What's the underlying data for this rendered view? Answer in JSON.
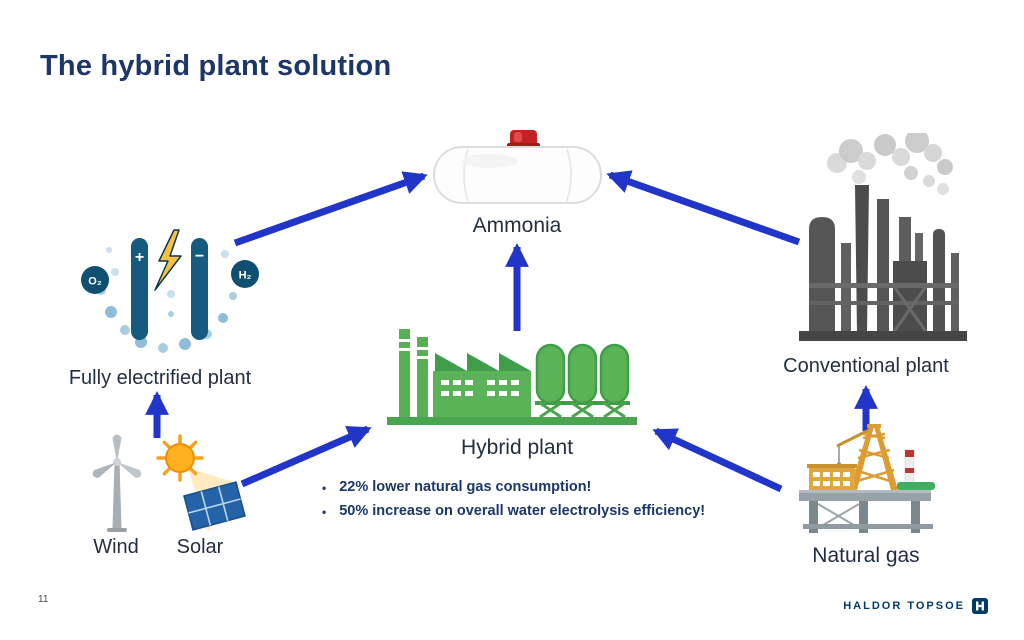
{
  "slide": {
    "title": "The hybrid plant solution",
    "page_number": "11",
    "logo_text": "HALDOR TOPSOE",
    "bullet_marker": "•"
  },
  "nodes": {
    "ammonia": {
      "label": "Ammonia"
    },
    "electrified": {
      "label": "Fully electrified plant",
      "o2_badge": "O₂",
      "h2_badge": "H₂",
      "plus": "+",
      "minus": "−"
    },
    "wind": {
      "label": "Wind"
    },
    "solar": {
      "label": "Solar"
    },
    "hybrid": {
      "label": "Hybrid plant"
    },
    "conventional": {
      "label": "Conventional plant"
    },
    "natural_gas": {
      "label": "Natural gas"
    }
  },
  "bullets": [
    "22% lower natural gas consumption!",
    "50% increase on overall water electrolysis efficiency!"
  ],
  "icons": {
    "ammonia": "ammonia-tank-icon",
    "electrified": "electrolysis-cell-icon",
    "wind": "wind-turbine-icon",
    "solar": "sun-and-solar-panel-icon",
    "hybrid": "green-factory-icon",
    "conventional": "refinery-smokestacks-icon",
    "natural_gas": "offshore-gas-platform-icon",
    "logo_mark": "haldor-topsoe-logo-icon"
  },
  "colors": {
    "arrow": "#2136c9",
    "title": "#1c3667",
    "label": "#222f43",
    "hybrid_green": "#5bb357",
    "electrolysis_blue": "#175a80",
    "conventional_gray": "#4c4c4c",
    "logo_navy": "#003a66"
  }
}
